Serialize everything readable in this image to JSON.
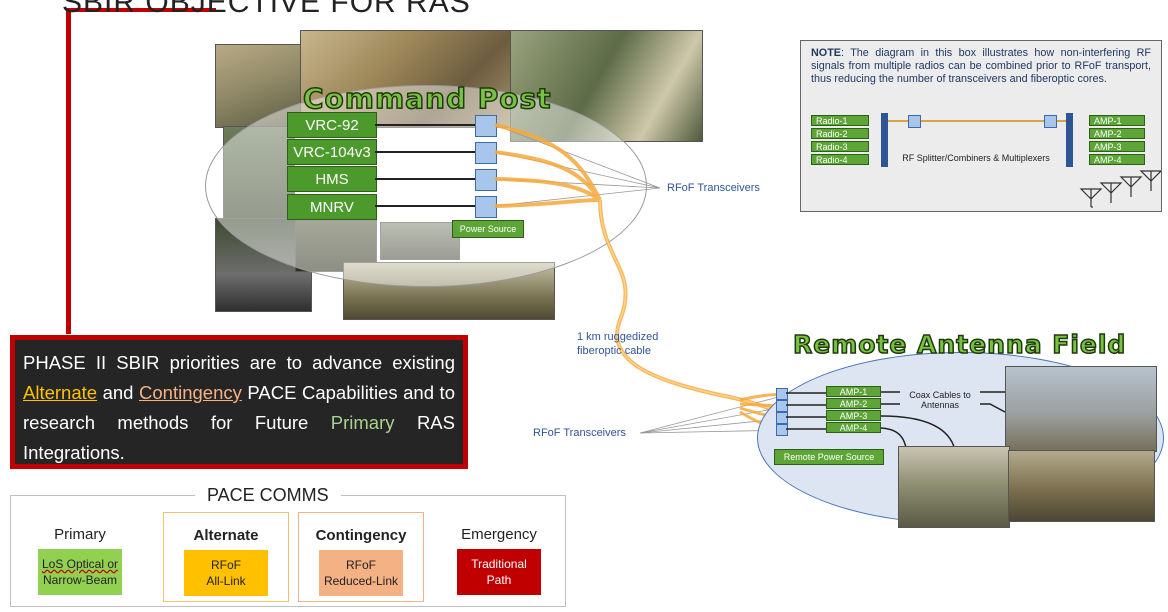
{
  "header": {
    "title_fragment": "SBIR OBJECTIVE FOR RAS"
  },
  "command_post": {
    "title": "Command Post",
    "radios": [
      "VRC-92",
      "VRC-104v3",
      "HMS",
      "MNRV"
    ],
    "power_source": "Power Source"
  },
  "labels": {
    "rfof_top": "RFoF Transceivers",
    "cable": "1 km ruggedized fiberoptic cable",
    "rfof_bottom": "RFoF Transceivers"
  },
  "note": {
    "prefix": "NOTE",
    "text": ":  The diagram in this box illustrates how non-interfering RF signals from multiple radios can be combined prior to RFoF transport, thus reducing the number of transceivers and fiberoptic cores.",
    "radios": [
      "Radio-1",
      "Radio-2",
      "Radio-3",
      "Radio-4"
    ],
    "amps": [
      "AMP-1",
      "AMP-2",
      "AMP-3",
      "AMP-4"
    ],
    "splitter_label": "RF Splitter/Combiners & Multiplexers"
  },
  "remote_field": {
    "title": "Remote Antenna Field",
    "amps": [
      "AMP-1",
      "AMP-2",
      "AMP-3",
      "AMP-4"
    ],
    "coax_label": "Coax Cables to Antennas",
    "power_source": "Remote Power Source"
  },
  "priorities": {
    "part1": "PHASE II SBIR priorities are to advance existing ",
    "alternate": "Alternate",
    "and": " and ",
    "contingency": "Contingency",
    "part2": " PACE Capabilities and to research methods for Future ",
    "primary": "Primary",
    "part3": " RAS Integrations."
  },
  "pace": {
    "title": "PACE COMMS",
    "columns": [
      {
        "header": "Primary",
        "chip_line1": "LoS Optical or",
        "chip_line2": "Narrow-Beam",
        "color": "#92d050"
      },
      {
        "header": "Alternate",
        "chip_line1": "RFoF",
        "chip_line2": "All-Link",
        "color": "#ffc000"
      },
      {
        "header": "Contingency",
        "chip_line1": "RFoF",
        "chip_line2": "Reduced-Link",
        "color": "#f4b183"
      },
      {
        "header": "Emergency",
        "chip_line1": "Traditional",
        "chip_line2": "Path",
        "color": "#c00000"
      }
    ]
  }
}
